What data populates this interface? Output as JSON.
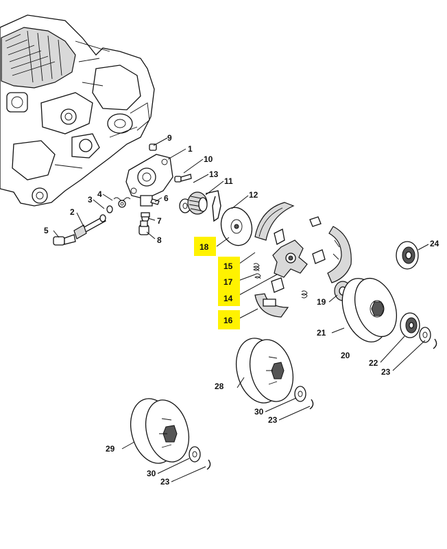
{
  "diagram": {
    "highlight_color": "#fff200",
    "highlighted_parts": [
      "18",
      "15",
      "17",
      "14",
      "16"
    ],
    "labels": {
      "p1": "1",
      "p2": "2",
      "p3": "3",
      "p4": "4",
      "p5": "5",
      "p6": "6",
      "p7": "7",
      "p8": "8",
      "p9": "9",
      "p10": "10",
      "p11": "11",
      "p12": "12",
      "p13": "13",
      "p14": "14",
      "p15": "15",
      "p16": "16",
      "p17": "17",
      "p18": "18",
      "p19": "19",
      "p20": "20",
      "p21": "21",
      "p22": "22",
      "p23a": "23",
      "p23b": "23",
      "p23c": "23",
      "p24": "24",
      "p28": "28",
      "p29": "29",
      "p30a": "30",
      "p30b": "30"
    }
  }
}
